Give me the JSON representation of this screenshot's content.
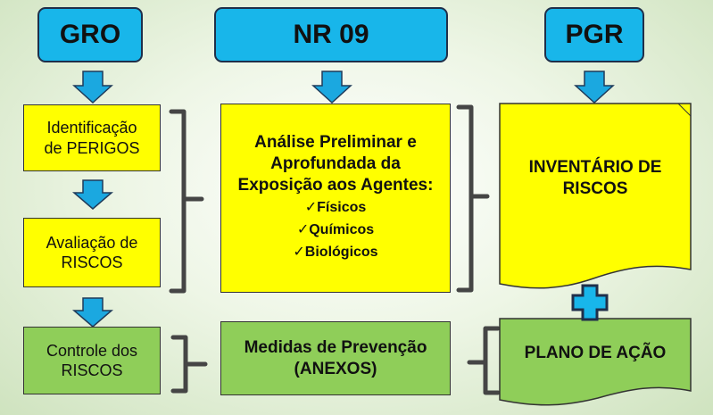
{
  "headers": {
    "gro": "GRO",
    "nr09": "NR 09",
    "pgr": "PGR"
  },
  "gro_col": {
    "ident_line1": "Identificação",
    "ident_line2": "de PERIGOS",
    "aval_line1": "Avaliação de",
    "aval_line2": "RISCOS",
    "ctrl_line1": "Controle dos",
    "ctrl_line2": "RISCOS"
  },
  "nr09_col": {
    "analise_line1": "Análise Preliminar e",
    "analise_line2": "Aprofundada da",
    "analise_line3": "Exposição aos Agentes:",
    "agents": [
      "Físicos",
      "Químicos",
      "Biológicos"
    ],
    "medidas_line1": "Medidas de Prevenção",
    "medidas_line2": "(ANEXOS)"
  },
  "pgr_col": {
    "inventario_line1": "INVENTÁRIO DE",
    "inventario_line2": "RISCOS",
    "plano": "PLANO DE AÇÃO"
  },
  "colors": {
    "header_blue": "#18b6ea",
    "yellow": "#ffff00",
    "green": "#8fce59",
    "arrow_blue": "#1ba8e0"
  }
}
